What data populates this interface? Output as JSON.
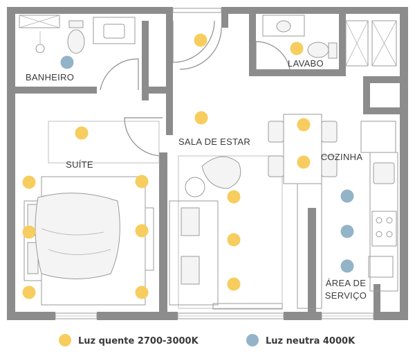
{
  "rooms": {
    "banheiro": "BANHEIRO",
    "lavabo": "LAVABO",
    "sala": "SALA DE ESTAR",
    "suite": "SUÍTE",
    "cozinha": "COZINHA",
    "area1": "ÁREA DE",
    "area2": "SERVIÇO"
  },
  "legend": {
    "warm": "Luz quente 2700-3000K",
    "neutral": "Luz neutra 4000K"
  },
  "colors": {
    "warm": "#f6cd5e",
    "neutral": "#93b4c8",
    "wall": "#8c8c8c"
  },
  "lights": [
    {
      "room": "banheiro",
      "kind": "neutral"
    },
    {
      "room": "lavabo",
      "kind": "warm"
    },
    {
      "room": "hall",
      "kind": "warm"
    },
    {
      "room": "sala",
      "kind": "warm"
    },
    {
      "room": "suite",
      "kind": "warm"
    },
    {
      "room": "suite",
      "kind": "warm"
    },
    {
      "room": "suite",
      "kind": "warm"
    },
    {
      "room": "suite",
      "kind": "warm"
    },
    {
      "room": "suite",
      "kind": "warm"
    },
    {
      "room": "suite",
      "kind": "warm"
    },
    {
      "room": "suite",
      "kind": "warm"
    },
    {
      "room": "sala",
      "kind": "warm"
    },
    {
      "room": "sala",
      "kind": "warm"
    },
    {
      "room": "sala",
      "kind": "warm"
    },
    {
      "room": "cozinha",
      "kind": "warm"
    },
    {
      "room": "cozinha",
      "kind": "warm"
    },
    {
      "room": "cozinha",
      "kind": "neutral"
    },
    {
      "room": "cozinha",
      "kind": "neutral"
    },
    {
      "room": "area-servico",
      "kind": "neutral"
    }
  ]
}
